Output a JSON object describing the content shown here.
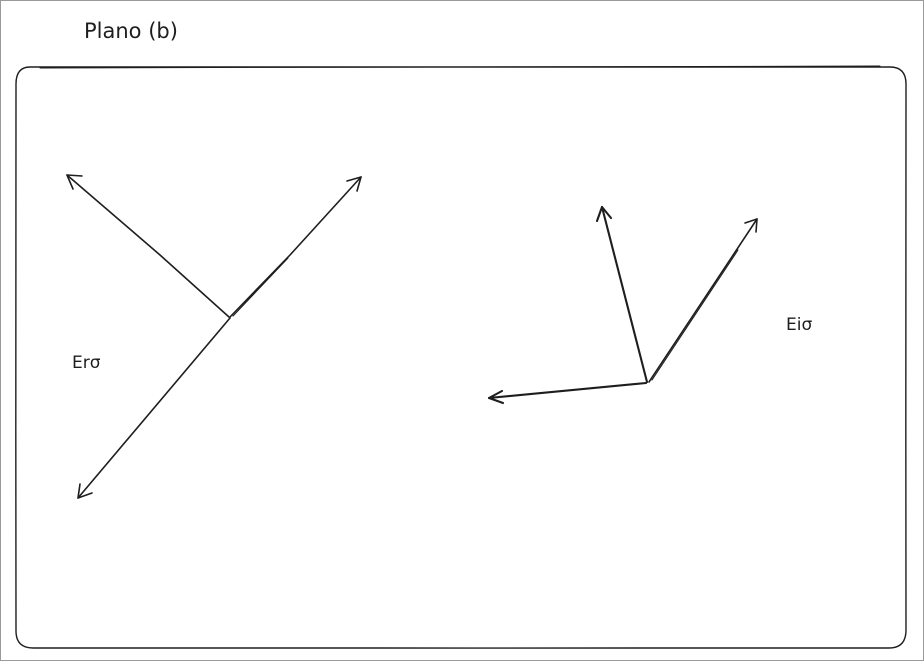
{
  "diagram": {
    "title": "Plano (b)",
    "labels": {
      "left_group": "Erσ",
      "right_group": "Eiσ"
    },
    "colors": {
      "stroke": "#1e1e1e",
      "page_border": "#9a9a9a",
      "background": "#ffffff"
    }
  }
}
